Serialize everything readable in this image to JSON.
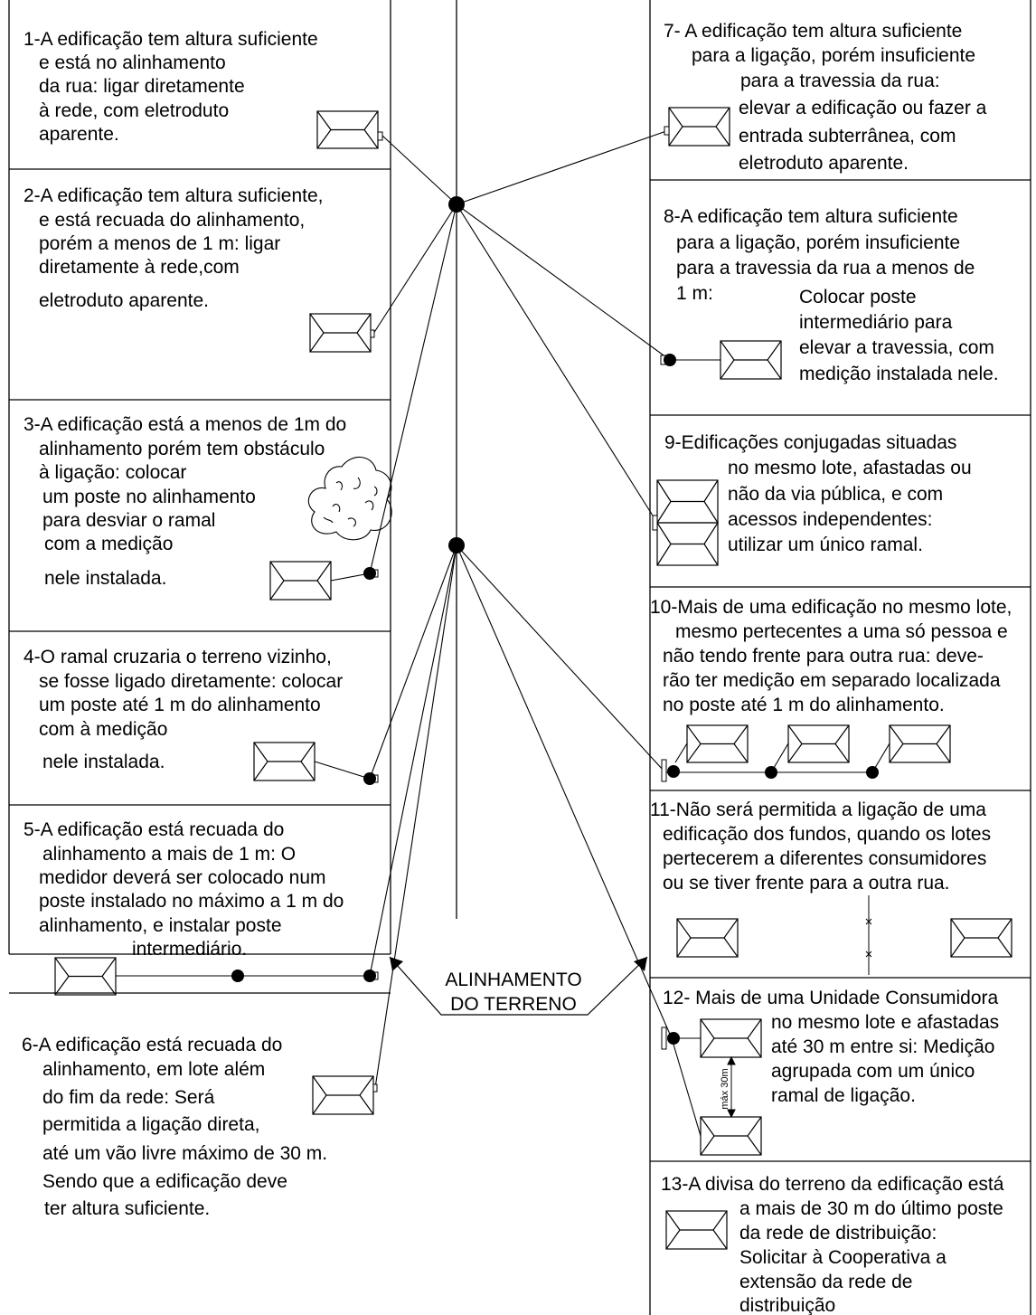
{
  "panels": [
    {
      "id": "p1",
      "lines": [
        "1-A edificação tem altura suficiente",
        "e está no alinhamento",
        "da rua: ligar diretamente",
        "à rede, com eletroduto",
        "aparente."
      ]
    },
    {
      "id": "p2",
      "lines": [
        "2-A edificação tem altura suficiente,",
        "e está recuada do alinhamento,",
        "porém a menos de 1 m: ligar",
        "diretamente à rede,com",
        "eletroduto aparente."
      ]
    },
    {
      "id": "p3",
      "lines": [
        "3-A edificação está a menos de 1m do",
        "alinhamento porém tem obstáculo",
        "à ligação: colocar",
        "um poste  no alinhamento",
        "para desviar o ramal",
        "com a medição",
        "nele instalada."
      ]
    },
    {
      "id": "p4",
      "lines": [
        "4-O ramal cruzaria o terreno vizinho,",
        "se fosse ligado diretamente: colocar",
        "um poste até 1 m do alinhamento",
        "com à medição",
        "nele instalada."
      ]
    },
    {
      "id": "p5",
      "lines": [
        "5-A edificação está recuada do",
        "alinhamento a mais de 1 m: O",
        "medidor deverá ser colocado num",
        "poste instalado no máximo a 1 m do",
        "alinhamento, e instalar poste",
        "intermediário."
      ]
    },
    {
      "id": "p6",
      "lines": [
        "6-A edificação está recuada do",
        "alinhamento, em lote além",
        "do fim da rede: Será",
        "permitida a ligação direta,",
        "até um vão livre máximo de 30 m.",
        "Sendo que a edificação deve",
        "ter altura suficiente."
      ]
    },
    {
      "id": "p7",
      "lines": [
        "7-  A edificação tem altura suficiente",
        "para  a ligação, porém insuficiente",
        "para a travessia da rua:",
        "elevar a edificação ou fazer a",
        "entrada subterrânea, com",
        "eletroduto aparente."
      ]
    },
    {
      "id": "p8",
      "lines": [
        "8-A edificação tem altura suficiente",
        "para a ligação, porém insuficiente",
        "para a travessia da rua a menos de",
        "1 m:",
        "Colocar poste",
        "intermediário para",
        "elevar a travessia, com",
        "medição instalada nele."
      ]
    },
    {
      "id": "p9",
      "lines": [
        "9-Edificações conjugadas situadas",
        "no mesmo lote, afastadas ou",
        "não da  via pública, e com",
        "acessos independentes:",
        "utilizar um único ramal."
      ]
    },
    {
      "id": "p10",
      "lines": [
        "10-Mais de uma edificação no mesmo lote,",
        "mesmo pertecentes a uma só pessoa e",
        "não tendo frente para outra rua: deve-",
        "rão ter medição em separado localizada",
        "no poste até 1 m do alinhamento."
      ]
    },
    {
      "id": "p11",
      "lines": [
        "11-Não será permitida a ligação de uma",
        "edificação dos fundos, quando os lotes",
        "pertecerem a diferentes consumidores",
        "ou se tiver frente para a outra rua."
      ]
    },
    {
      "id": "p12",
      "lines": [
        "12- Mais de uma Unidade Consumidora",
        "no mesmo lote e afastadas",
        "até 30 m entre si: Medição",
        "agrupada com um único",
        "ramal de ligação."
      ]
    },
    {
      "id": "p13",
      "lines": [
        "13-A divisa do terreno da edificação está",
        "a mais de 30 m do último poste",
        "da rede de distribuição:",
        "Solicitar à Cooperativa a",
        "extensão da rede de",
        "distribuição"
      ]
    }
  ],
  "labels": {
    "alignment_line1": "ALINHAMENTO",
    "alignment_line2": "DO TERRENO",
    "max_span": "máx 30m"
  }
}
